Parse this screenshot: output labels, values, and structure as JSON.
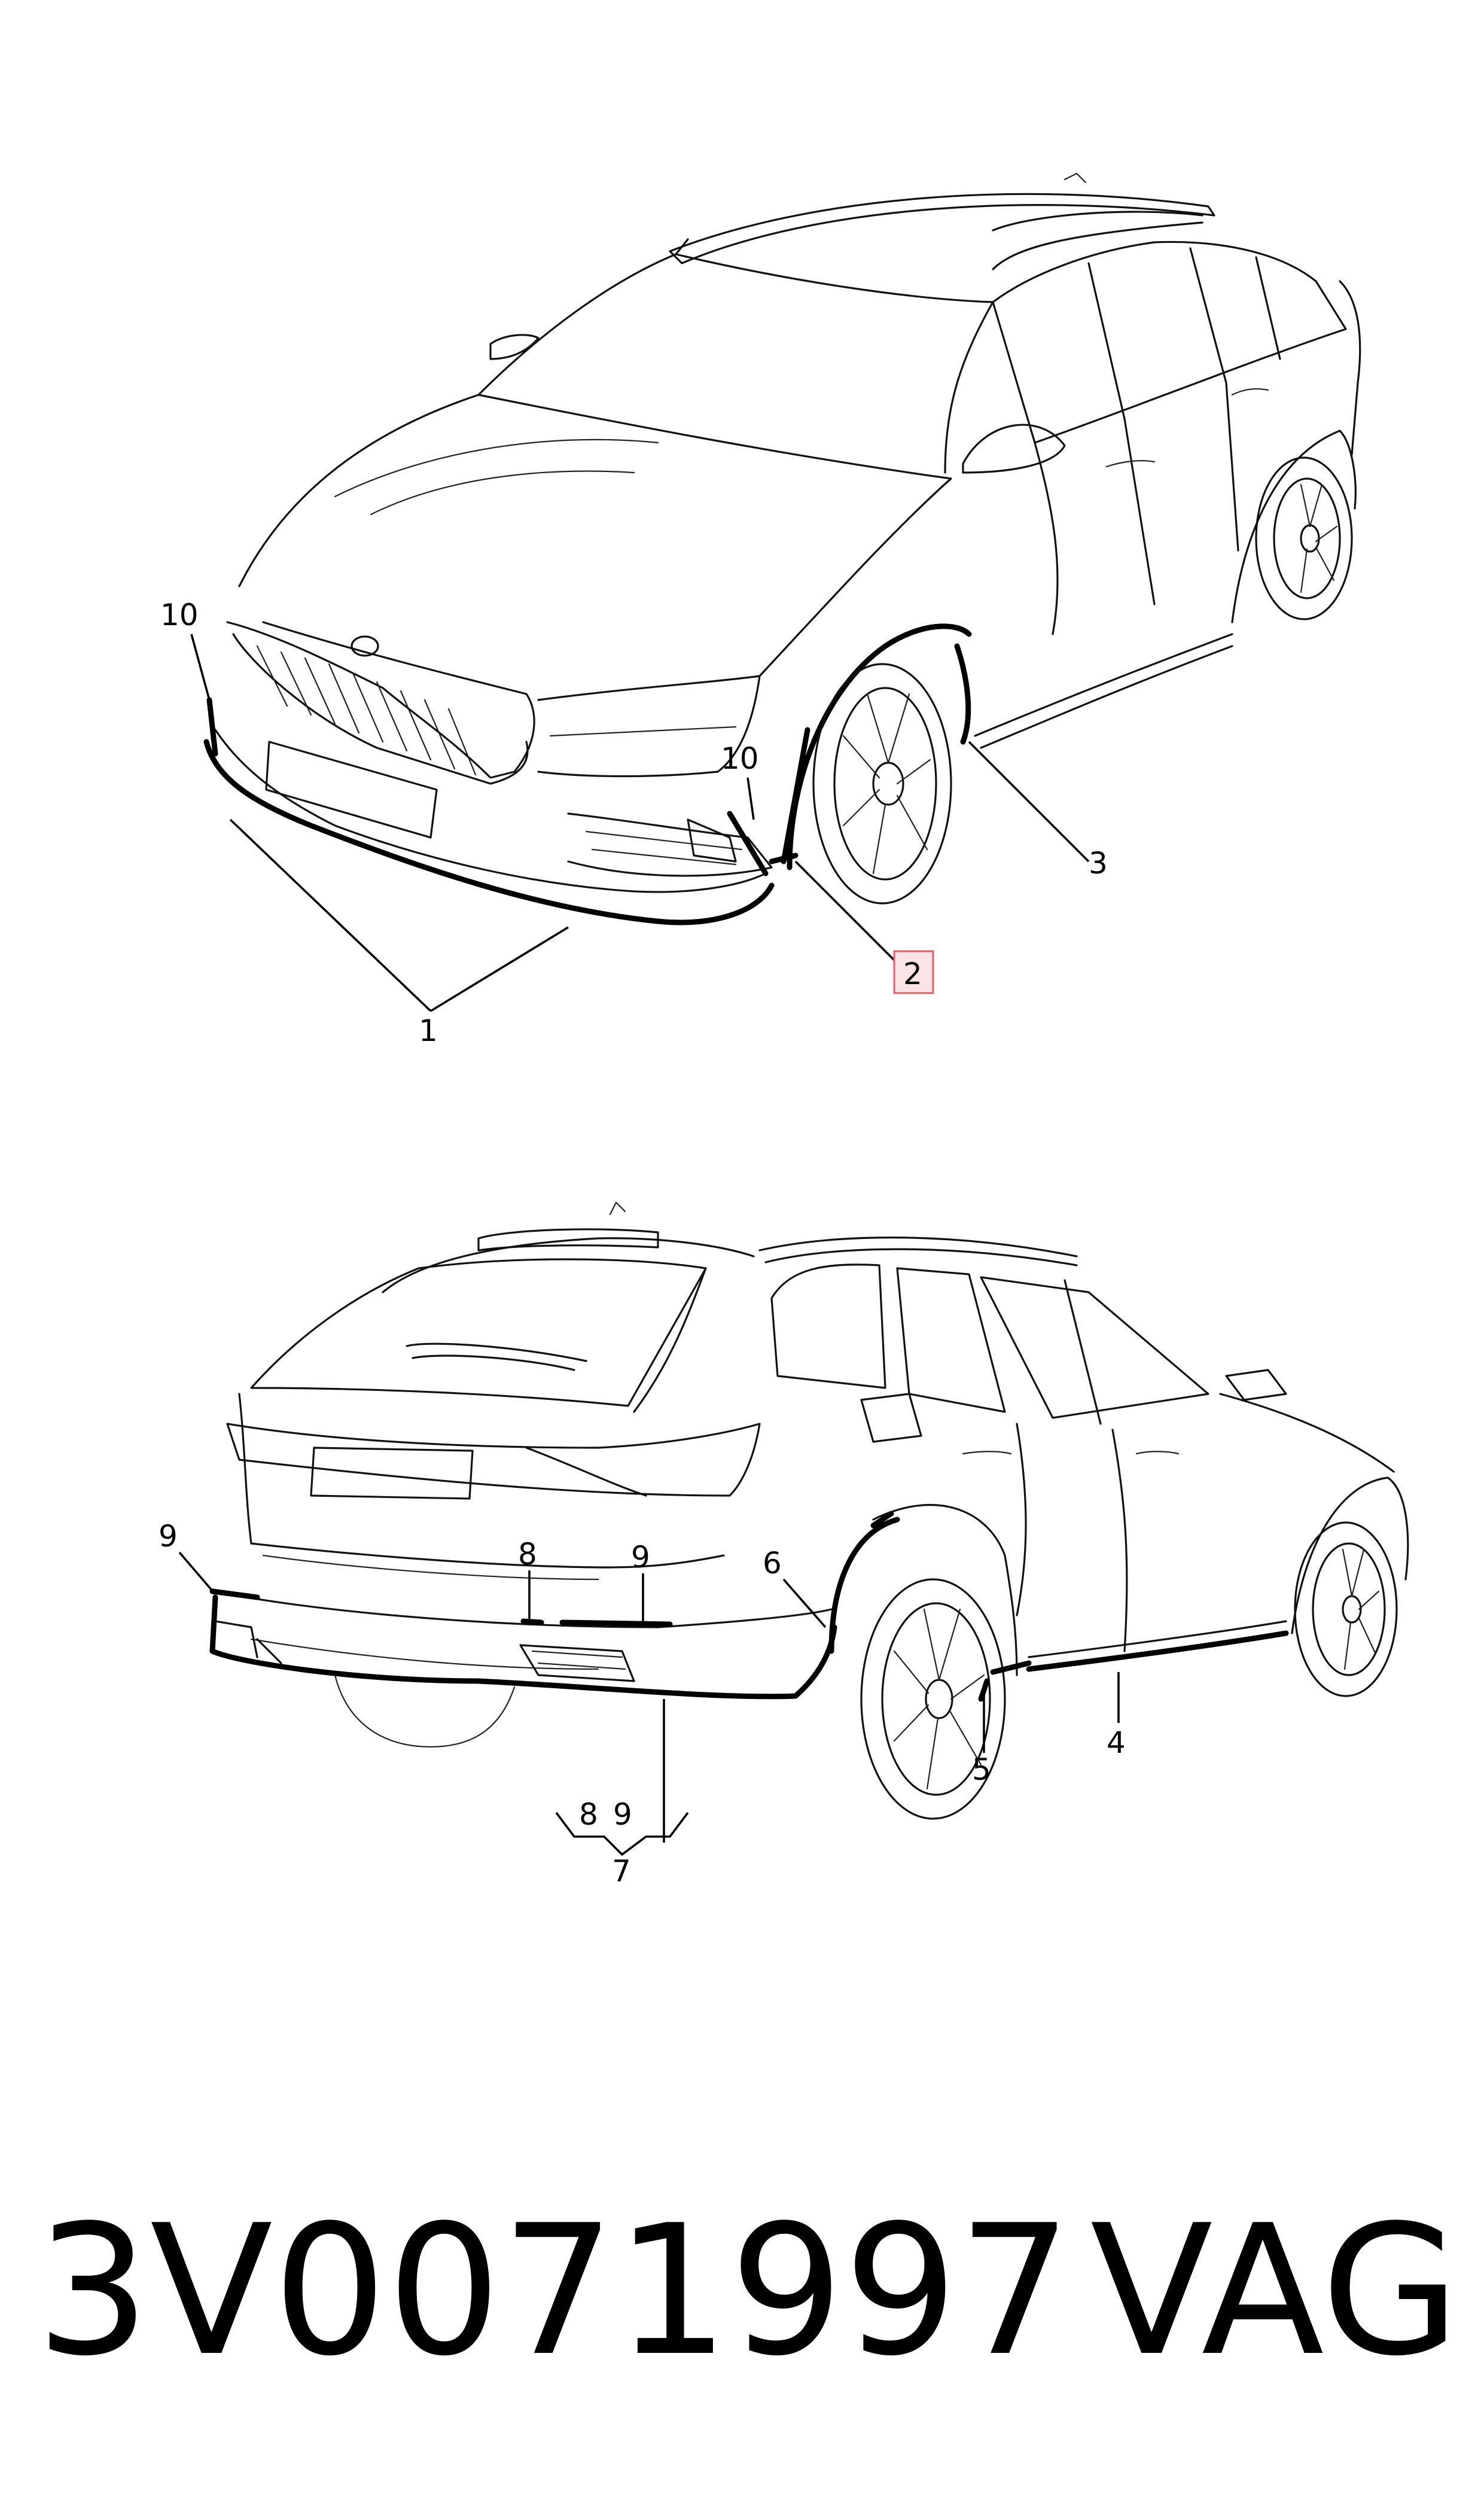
{
  "callouts": {
    "top": {
      "c1": "1",
      "c2": "2",
      "c3": "3",
      "c10_left": "10",
      "c10_right": "10"
    },
    "bottom": {
      "c4": "4",
      "c5": "5",
      "c6": "6",
      "c7": "7",
      "c8": "8",
      "c9_left": "9",
      "c9_mid": "9",
      "c8_sub": "8",
      "c9_sub": "9"
    }
  },
  "highlighted_callout": "2",
  "footer": {
    "part_number": "3V0071997",
    "brand": "VAG"
  },
  "colors": {
    "line": "#111111",
    "highlight_fill": "#fce4e6",
    "highlight_stroke": "#e0606a"
  }
}
